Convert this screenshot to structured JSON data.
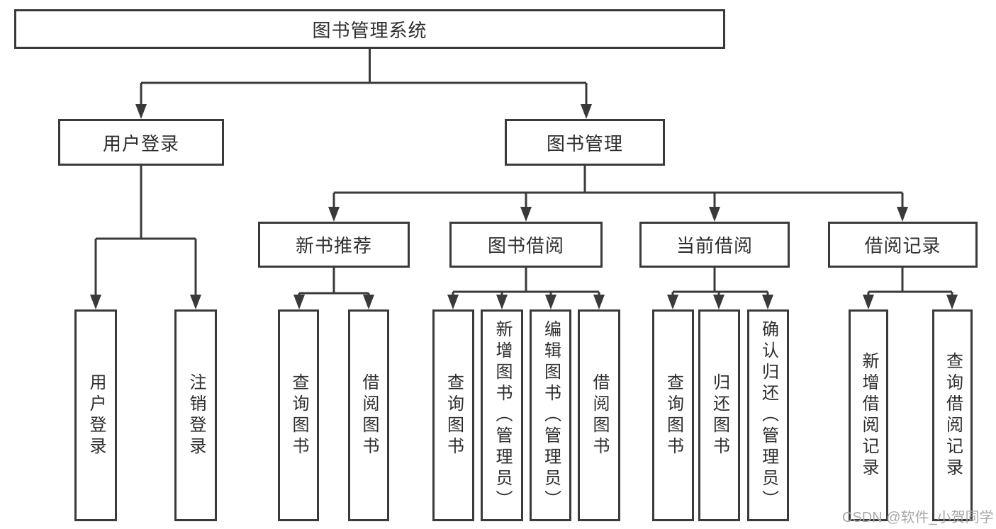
{
  "tree": {
    "label": "图书管理系统",
    "children": [
      {
        "label": "用户登录",
        "children": [
          {
            "label": "用户登录"
          },
          {
            "label": "注销登录"
          }
        ]
      },
      {
        "label": "图书管理",
        "children": [
          {
            "label": "新书推荐",
            "children": [
              {
                "label": "查询图书"
              },
              {
                "label": "借阅图书"
              }
            ]
          },
          {
            "label": "图书借阅",
            "children": [
              {
                "label": "查询图书"
              },
              {
                "label": "新增图书（管理员）"
              },
              {
                "label": "编辑图书（管理员）"
              },
              {
                "label": "借阅图书"
              }
            ]
          },
          {
            "label": "当前借阅",
            "children": [
              {
                "label": "查询图书"
              },
              {
                "label": "归还图书"
              },
              {
                "label": "确认归还（管理员）"
              }
            ]
          },
          {
            "label": "借阅记录",
            "children": [
              {
                "label": "新增借阅记录"
              },
              {
                "label": "查询借阅记录"
              }
            ]
          }
        ]
      }
    ]
  },
  "watermark": {
    "text": "CSDN @软件_小贺同学"
  },
  "colors": {
    "line": "#3a3a3a",
    "text": "#2e2e2e",
    "background": "#ffffff",
    "watermark": "#a9a9a9"
  }
}
